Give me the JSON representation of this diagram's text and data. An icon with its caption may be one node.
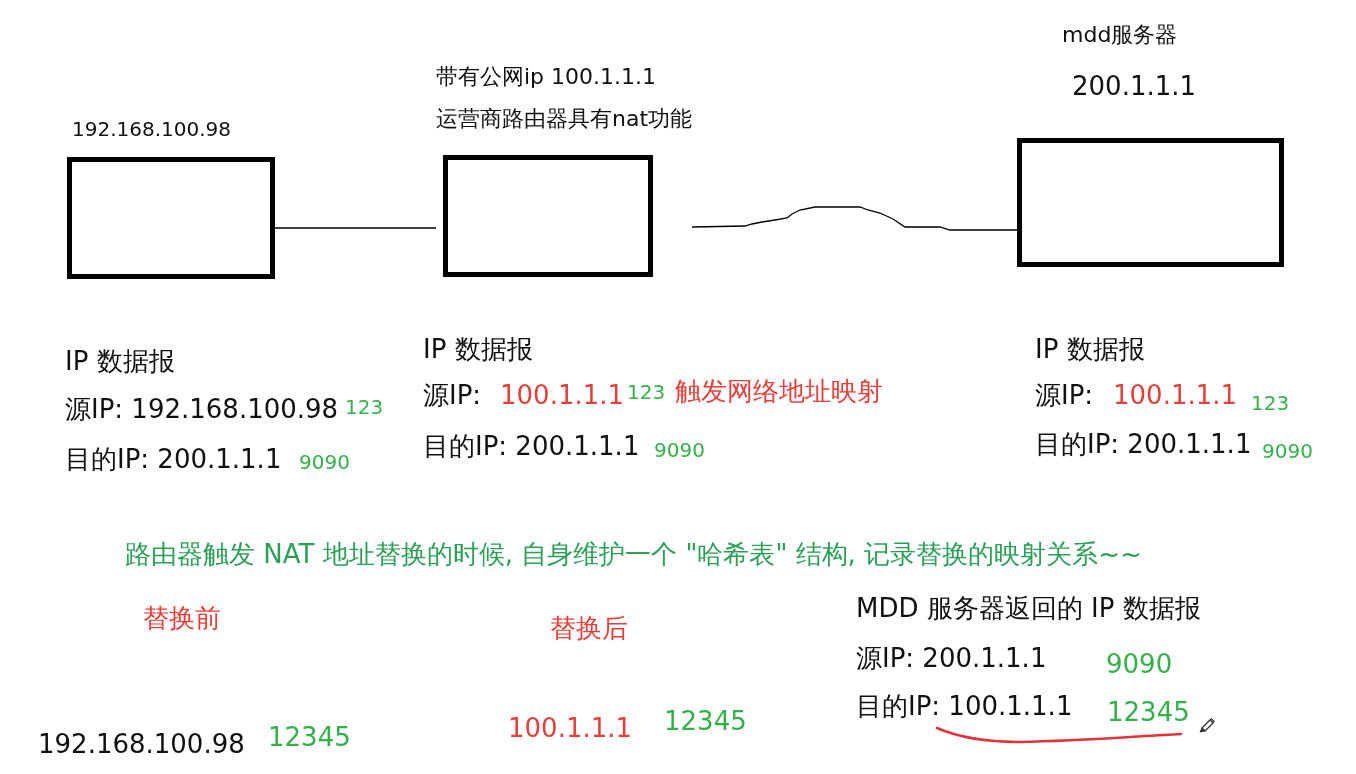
{
  "diagram": {
    "nodes": [
      {
        "text": [
          "192.168.100.98"
        ]
      },
      {
        "text": [
          "带有公网ip 100.1.1.1",
          "运营商路由器具有nat功能"
        ]
      },
      {
        "text": [
          "mdd服务器",
          "200.1.1.1"
        ]
      }
    ],
    "edges": [
      {
        "from": 0,
        "to": 1,
        "arrow": "none"
      },
      {
        "from": 1,
        "to": 2,
        "arrow": "none"
      }
    ],
    "labels": [
      "IP 数据报",
      "源IP: 192.168.100.98",
      "123",
      "目的IP: 200.1.1.1",
      "9090",
      "IP 数据报",
      "源IP:",
      "100.1.1.1",
      "123",
      "触发网络地址映射",
      "目的IP: 200.1.1.1",
      "9090",
      "IP 数据报",
      "源IP:",
      "100.1.1.1",
      "123",
      "目的IP: 200.1.1.1",
      "9090",
      "路由器触发 NAT 地址替换的时候, 自身维护一个 \"哈希表\" 结构, 记录替换的映射关系~~",
      "替换前",
      "192.168.100.98",
      "12345",
      "替换后",
      "100.1.1.1",
      "12345",
      "MDD 服务器返回的 IP 数据报",
      "源IP: 200.1.1.1",
      "9090",
      "目的IP: 100.1.1.1",
      "12345"
    ]
  }
}
